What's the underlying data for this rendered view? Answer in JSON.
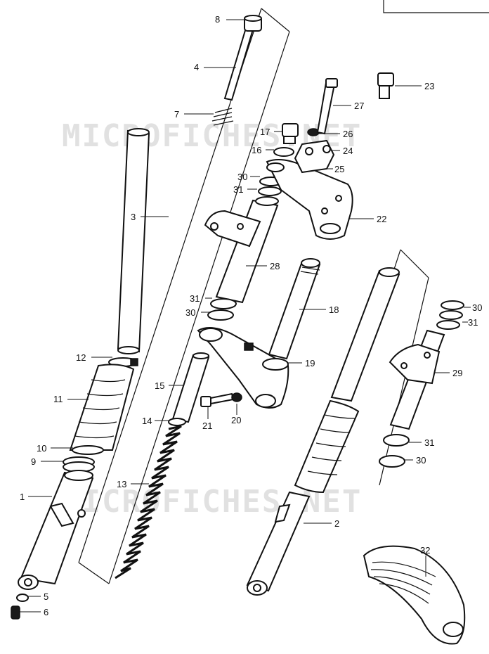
{
  "watermarks": [
    "MICROFICHES.NET",
    "MICROFICHES.NET"
  ],
  "labels": [
    {
      "id": "p1",
      "text": "1"
    },
    {
      "id": "p2",
      "text": "2"
    },
    {
      "id": "p3",
      "text": "3"
    },
    {
      "id": "p4",
      "text": "4"
    },
    {
      "id": "p5",
      "text": "5"
    },
    {
      "id": "p6",
      "text": "6"
    },
    {
      "id": "p7",
      "text": "7"
    },
    {
      "id": "p8",
      "text": "8"
    },
    {
      "id": "p9",
      "text": "9"
    },
    {
      "id": "p10",
      "text": "10"
    },
    {
      "id": "p11",
      "text": "11"
    },
    {
      "id": "p12",
      "text": "12"
    },
    {
      "id": "p13",
      "text": "13"
    },
    {
      "id": "p14",
      "text": "14"
    },
    {
      "id": "p15",
      "text": "15"
    },
    {
      "id": "p16",
      "text": "16"
    },
    {
      "id": "p17",
      "text": "17"
    },
    {
      "id": "p18",
      "text": "18"
    },
    {
      "id": "p19",
      "text": "19"
    },
    {
      "id": "p20",
      "text": "20"
    },
    {
      "id": "p21",
      "text": "21"
    },
    {
      "id": "p22",
      "text": "22"
    },
    {
      "id": "p23",
      "text": "23"
    },
    {
      "id": "p24",
      "text": "24"
    },
    {
      "id": "p25",
      "text": "25"
    },
    {
      "id": "p26",
      "text": "26"
    },
    {
      "id": "p27",
      "text": "27"
    },
    {
      "id": "p28",
      "text": "28"
    },
    {
      "id": "p29",
      "text": "29"
    },
    {
      "id": "p30a",
      "text": "30"
    },
    {
      "id": "p30b",
      "text": "30"
    },
    {
      "id": "p30c",
      "text": "30"
    },
    {
      "id": "p30d",
      "text": "30"
    },
    {
      "id": "p31a",
      "text": "31"
    },
    {
      "id": "p31b",
      "text": "31"
    },
    {
      "id": "p31c",
      "text": "31"
    },
    {
      "id": "p31d",
      "text": "31"
    },
    {
      "id": "p32",
      "text": "32"
    }
  ]
}
